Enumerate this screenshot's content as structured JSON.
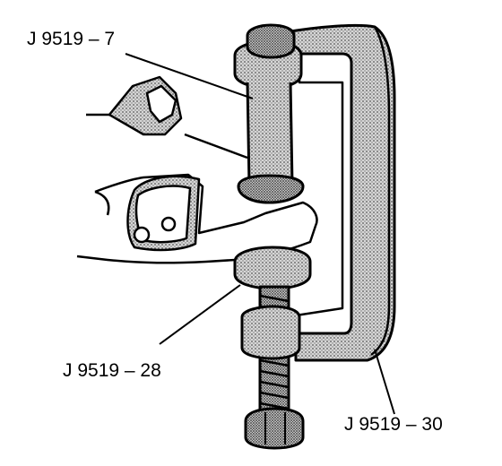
{
  "labels": {
    "tool_7": "J 9519 – 7",
    "tool_28": "J 9519 – 28",
    "tool_30": "J 9519 – 30"
  },
  "colors": {
    "ink": "#000000",
    "paper": "#ffffff",
    "stipple": "#8a8a8a",
    "stipple_dark": "#6e6e6e"
  }
}
